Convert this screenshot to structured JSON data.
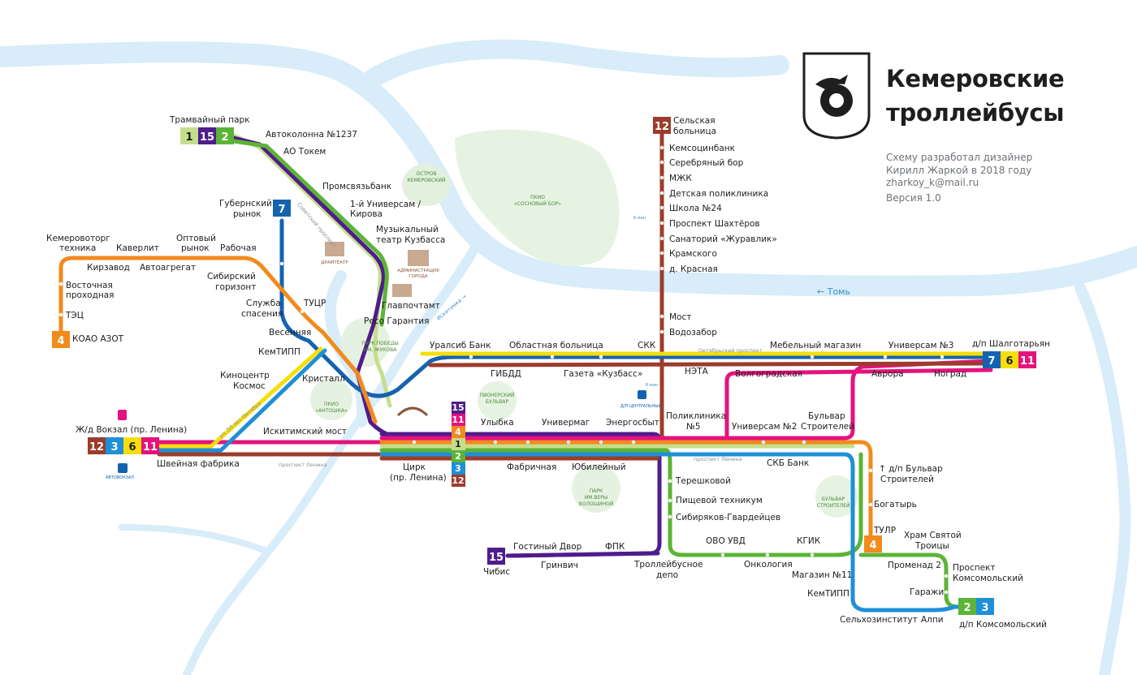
{
  "header": {
    "title_line1": "Кемеровские",
    "title_line2": "троллейбусы",
    "credits": [
      "Схему разработал дизайнер",
      "Кирилл Жаркой в 2018 году",
      "zharkoy_k@mail.ru"
    ],
    "version": "Версия 1.0",
    "emblem_icon": "kemerovo-coat-of-arms-icon"
  },
  "colors": {
    "r1": "#c5de8c",
    "r2": "#5cb436",
    "r3": "#1f8fd8",
    "r4": "#f28a1c",
    "r6": "#f5de0c",
    "r7": "#1563b0",
    "r11": "#e5127d",
    "r12": "#9c3c2c",
    "r15": "#4f1c8c",
    "river": "#d5eaf8",
    "park": "#e2f0dd"
  },
  "routes": [
    "1",
    "2",
    "3",
    "4",
    "6",
    "7",
    "11",
    "12",
    "15"
  ],
  "terminals": [
    {
      "name": "Трамвайный парк",
      "routes": [
        "1",
        "15",
        "2"
      ]
    },
    {
      "name": "Сельская больница",
      "routes": [
        "12"
      ]
    },
    {
      "name": "КОАО АЗОТ",
      "routes": [
        "4"
      ]
    },
    {
      "name": "Ж/д Вокзал (пр. Ленина)",
      "routes": [
        "12",
        "3",
        "6",
        "11"
      ]
    },
    {
      "name": "д/п Шалготарьян",
      "routes": [
        "7",
        "6",
        "11"
      ]
    },
    {
      "name": "Чибис",
      "routes": [
        "15"
      ]
    },
    {
      "name": "д/п Комсомольский",
      "routes": [
        "2",
        "3"
      ]
    },
    {
      "name": "Губернский рынок",
      "routes": [
        "7"
      ]
    },
    {
      "name": "ТУЛР",
      "routes": [
        "4"
      ]
    }
  ],
  "central_stack": [
    "15",
    "11",
    "4",
    "1",
    "2",
    "3",
    "12"
  ],
  "stations": [
    "Автоколонна №1237",
    "АО Токем",
    "Промсвязьбанк",
    "1-й Универсам / Кирова",
    "Музыкальный театр Кузбасса",
    "Главпочтамт",
    "Ресо Гарантия",
    "Кемеровоторг техника",
    "Каверлит",
    "Оптовый рынок",
    "Рабочая",
    "Кирзавод",
    "Автоагрегат",
    "Восточная проходная",
    "ТЭЦ",
    "Сибирский горизонт",
    "Служба спасения",
    "ТУЦР",
    "Весенняя",
    "КемТИПП",
    "Киноцентр Космос",
    "Кристалл",
    "Искитимский мост",
    "Швейная фабрика",
    "Цирк (пр. Ленина)",
    "Улыбка",
    "Фабричная",
    "Универмаг",
    "Юбилейный",
    "Энергосбыт",
    "Уралсиб Банк",
    "Областная больница",
    "СКК",
    "ГИБДД",
    "Газета «Кузбасс»",
    "НЭТА",
    "Волгоградская",
    "Мебельный магазин",
    "Универсам №3",
    "Аврора",
    "Ноград",
    "Поликлиника №5",
    "Универсам №2",
    "Бульвар Строителей",
    "СКБ Банк",
    "Терешковой",
    "Пищевой техникум",
    "Сибиряков-Гвардейцев",
    "ОВО УВД",
    "КГИК",
    "Онкология",
    "Троллейбусное депо",
    "Гостиный Двор",
    "Гринвич",
    "ФПК",
    "д/п Бульвар Строителей",
    "Богатырь",
    "Храм Святой Троицы",
    "Променад 2",
    "Проспект Комсомольский",
    "Гаражи",
    "Магазин №11",
    "КемТИПП",
    "Сельхозинститут",
    "Алпи",
    "Кемсоцинбанк",
    "Серебряный бор",
    "МЖК",
    "Детская поликлиника",
    "Школа №24",
    "Проспект Шахтёров",
    "Санаторий «Журавлик»",
    "Крамского",
    "д. Красная",
    "Мост",
    "Водозабор"
  ],
  "landmarks": {
    "island": "ОСТРОВ КЕМЕРОВСКИЙ",
    "pine_forest": "ПКИО «СОСНОВЫЙ БОР»",
    "drama_theatre": "ДРАМТЕАТР",
    "admin": "АДМИНИСТРАЦИЯ ГОРОДА",
    "victory_park": "ПАРК ПОБЕДЫ ИМ. ЖУКОВА",
    "antoshka": "ПКИО «АНТОШКА»",
    "pioneer": "ПИОНЕРСКИЙ БУЛЬВАР",
    "volosh": "ПАРК ИМ.ВЕРЫ ВОЛОШИНОЙ",
    "builders": "БУЛЬВАР СТРОИТЕЛЕЙ",
    "bus_station": "АВТОВОКЗАЛ",
    "central_bus": "Д/П ЦЕНТРАЛЬНЫЙ",
    "walk_6min": "6 мин",
    "river_tom": "← Томь",
    "iskitimka": "Искитимка →",
    "sov_prospect": "Советский проспект",
    "oct_prospect": "Октябрьский проспект",
    "lenin_prospect": "проспект Ленина",
    "oct50": "ул. 50 лет Октября"
  }
}
